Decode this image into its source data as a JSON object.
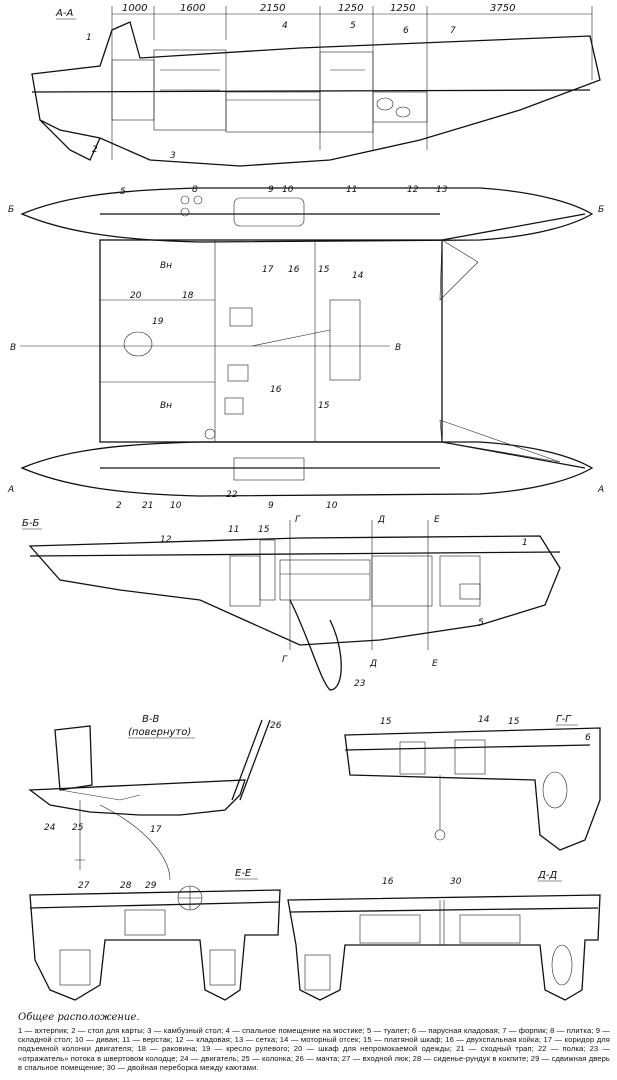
{
  "sections": {
    "aa": "А-А",
    "bb": "Б-Б",
    "vv": "В-В",
    "vv_note": "(повернуто)",
    "gg": "Г-Г",
    "ee": "Е-Е",
    "dd": "Д-Д"
  },
  "dimensions": [
    "1000",
    "1600",
    "2150",
    "1250",
    "1250",
    "3750"
  ],
  "cut_marks": {
    "b": "Б",
    "v": "В",
    "a": "А",
    "vn": "Вн",
    "g": "Г",
    "d": "Д",
    "e": "Е"
  },
  "callouts": {
    "aa": [
      "1",
      "2",
      "3",
      "4",
      "5",
      "6",
      "7"
    ],
    "plan": [
      "5",
      "8",
      "9",
      "10",
      "11",
      "12",
      "13",
      "20",
      "18",
      "19",
      "17",
      "16",
      "15",
      "14",
      "16",
      "15",
      "2",
      "21",
      "10",
      "22",
      "9",
      "10"
    ],
    "bb": [
      "12",
      "11",
      "15",
      "1",
      "5",
      "23"
    ],
    "vv": [
      "26",
      "24",
      "25",
      "17"
    ],
    "gg": [
      "15",
      "14",
      "15",
      "6"
    ],
    "ee": [
      "27",
      "28",
      "29"
    ],
    "dd": [
      "16",
      "30"
    ]
  },
  "caption": {
    "title": "Общее расположение.",
    "body": "1 — ахтерпик; 2 — стол для карты; 3 — камбузный стол; 4 — спальное помещение на мостике; 5 — туалет; 6 — парусная кладовая; 7 — форпик; 8 — плитка; 9 — складной стол; 10 — диван; 11 — верстак; 12 — кладовая; 13 — сетка; 14 — моторный отсек; 15 — платяной шкаф; 16 — двухспальная койка; 17 — коридор для подъемной колонки двигателя; 18 — раковина; 19 — кресло рулевого; 20 — шкаф для непромокаемой одежды; 21 — сходный трап; 22 — полка; 23 — «отражатель» потока в швертовом колодце; 24 — двигатель; 25 — колонка; 26 — мачта; 27 — входной люк; 28 — сиденье-рундук в кокпите; 29 — сдвижная дверь в спальное помещение; 30 — двойная переборка между каютами."
  }
}
